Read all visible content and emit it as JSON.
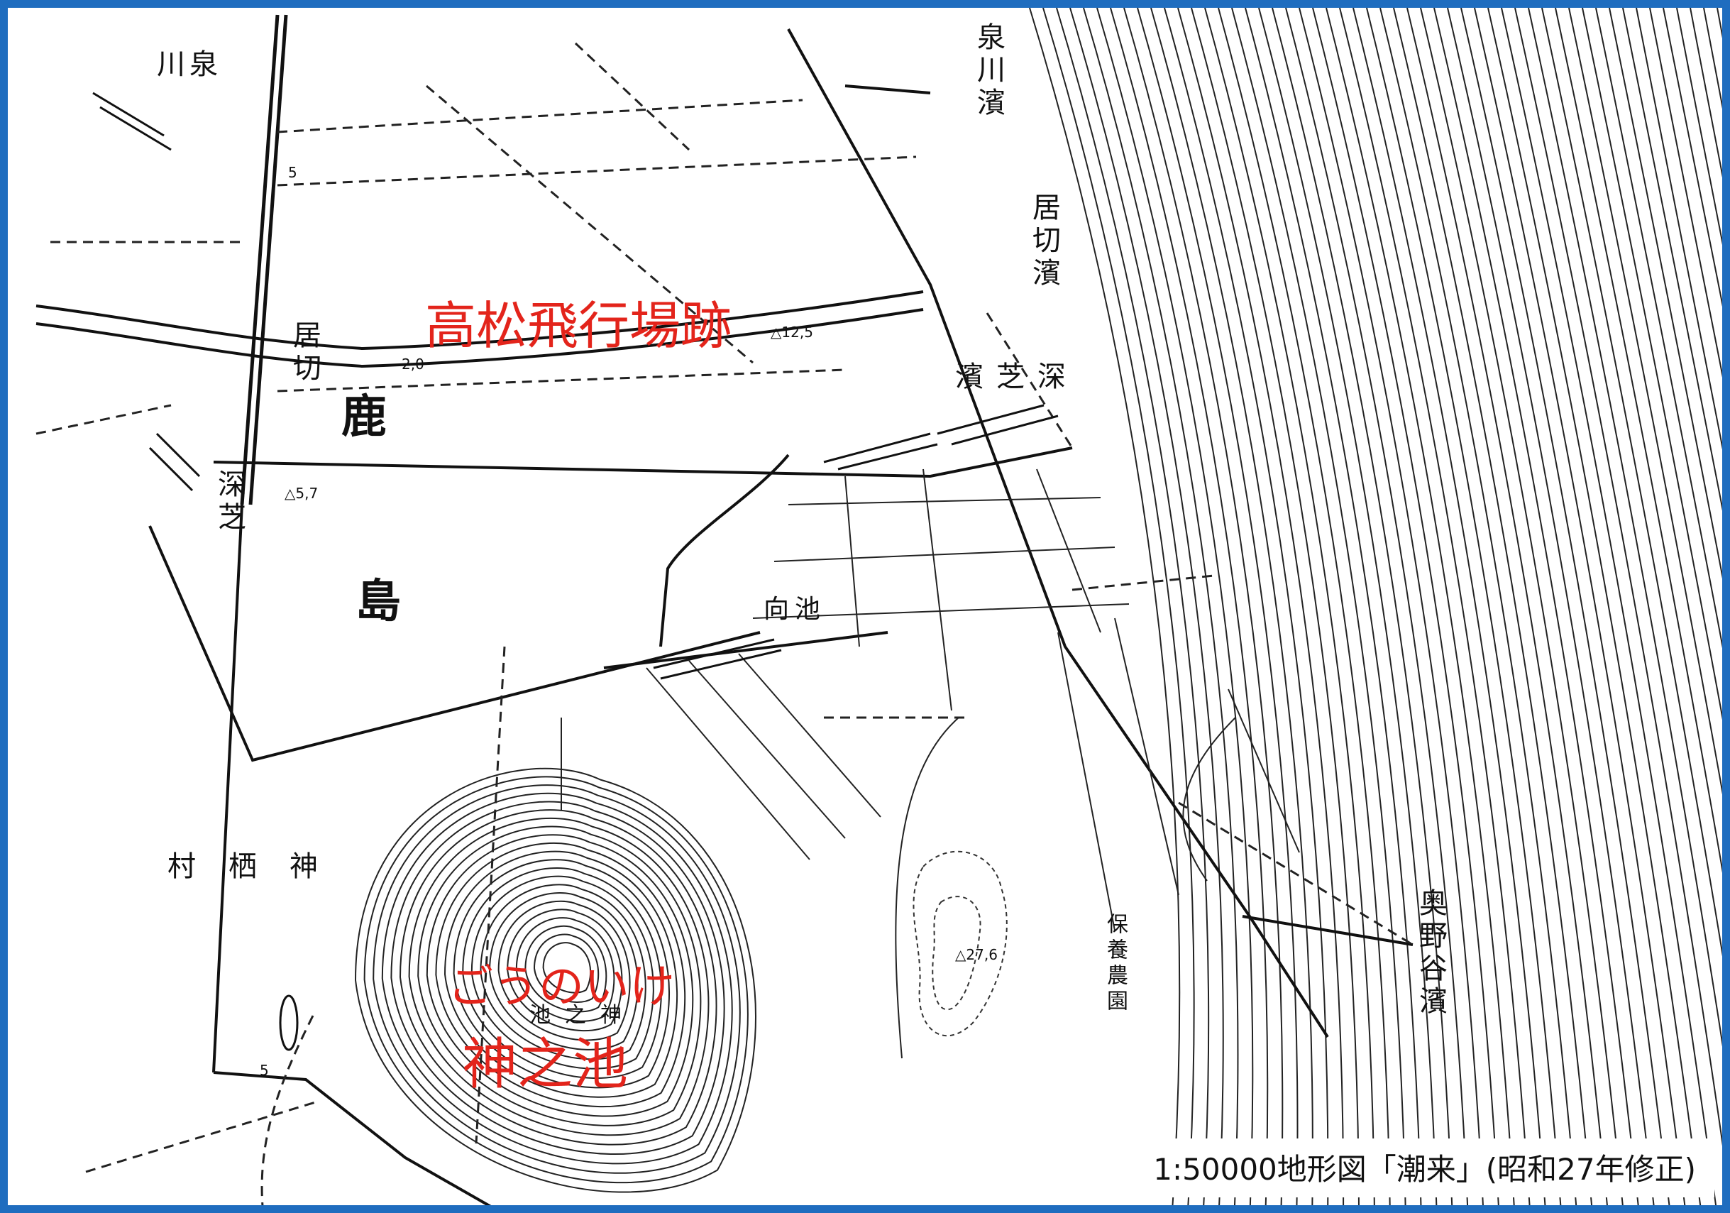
{
  "annotations": {
    "airfield": "高松飛行場跡",
    "pond_reading": "ごうのいけ",
    "pond_name": "神之池"
  },
  "caption": "1:50000地形図「潮来」(昭和27年修正)",
  "map_labels": {
    "shika": "鹿",
    "shima": "島",
    "izumigawa_hama": "泉川濱",
    "izumigawa": "川泉",
    "igiri_hama": "居切濱",
    "igiri": "居切",
    "fukashiba_hama": "濱芝深",
    "fukashiba": "深芝",
    "mukaiike": "向池",
    "kamisu_mura": "村栖神",
    "okunoya_hama": "奥野谷濱",
    "hoyo_nouen": "保養農園",
    "pond_on_map": "池之神"
  },
  "elevations": {
    "e1": "12,5",
    "e2": "2,0",
    "e3": "5,7",
    "e4": "27,6",
    "e5": "5",
    "e6": "5"
  },
  "colors": {
    "frame": "#1f6dbf",
    "annotation": "#e3241b"
  }
}
